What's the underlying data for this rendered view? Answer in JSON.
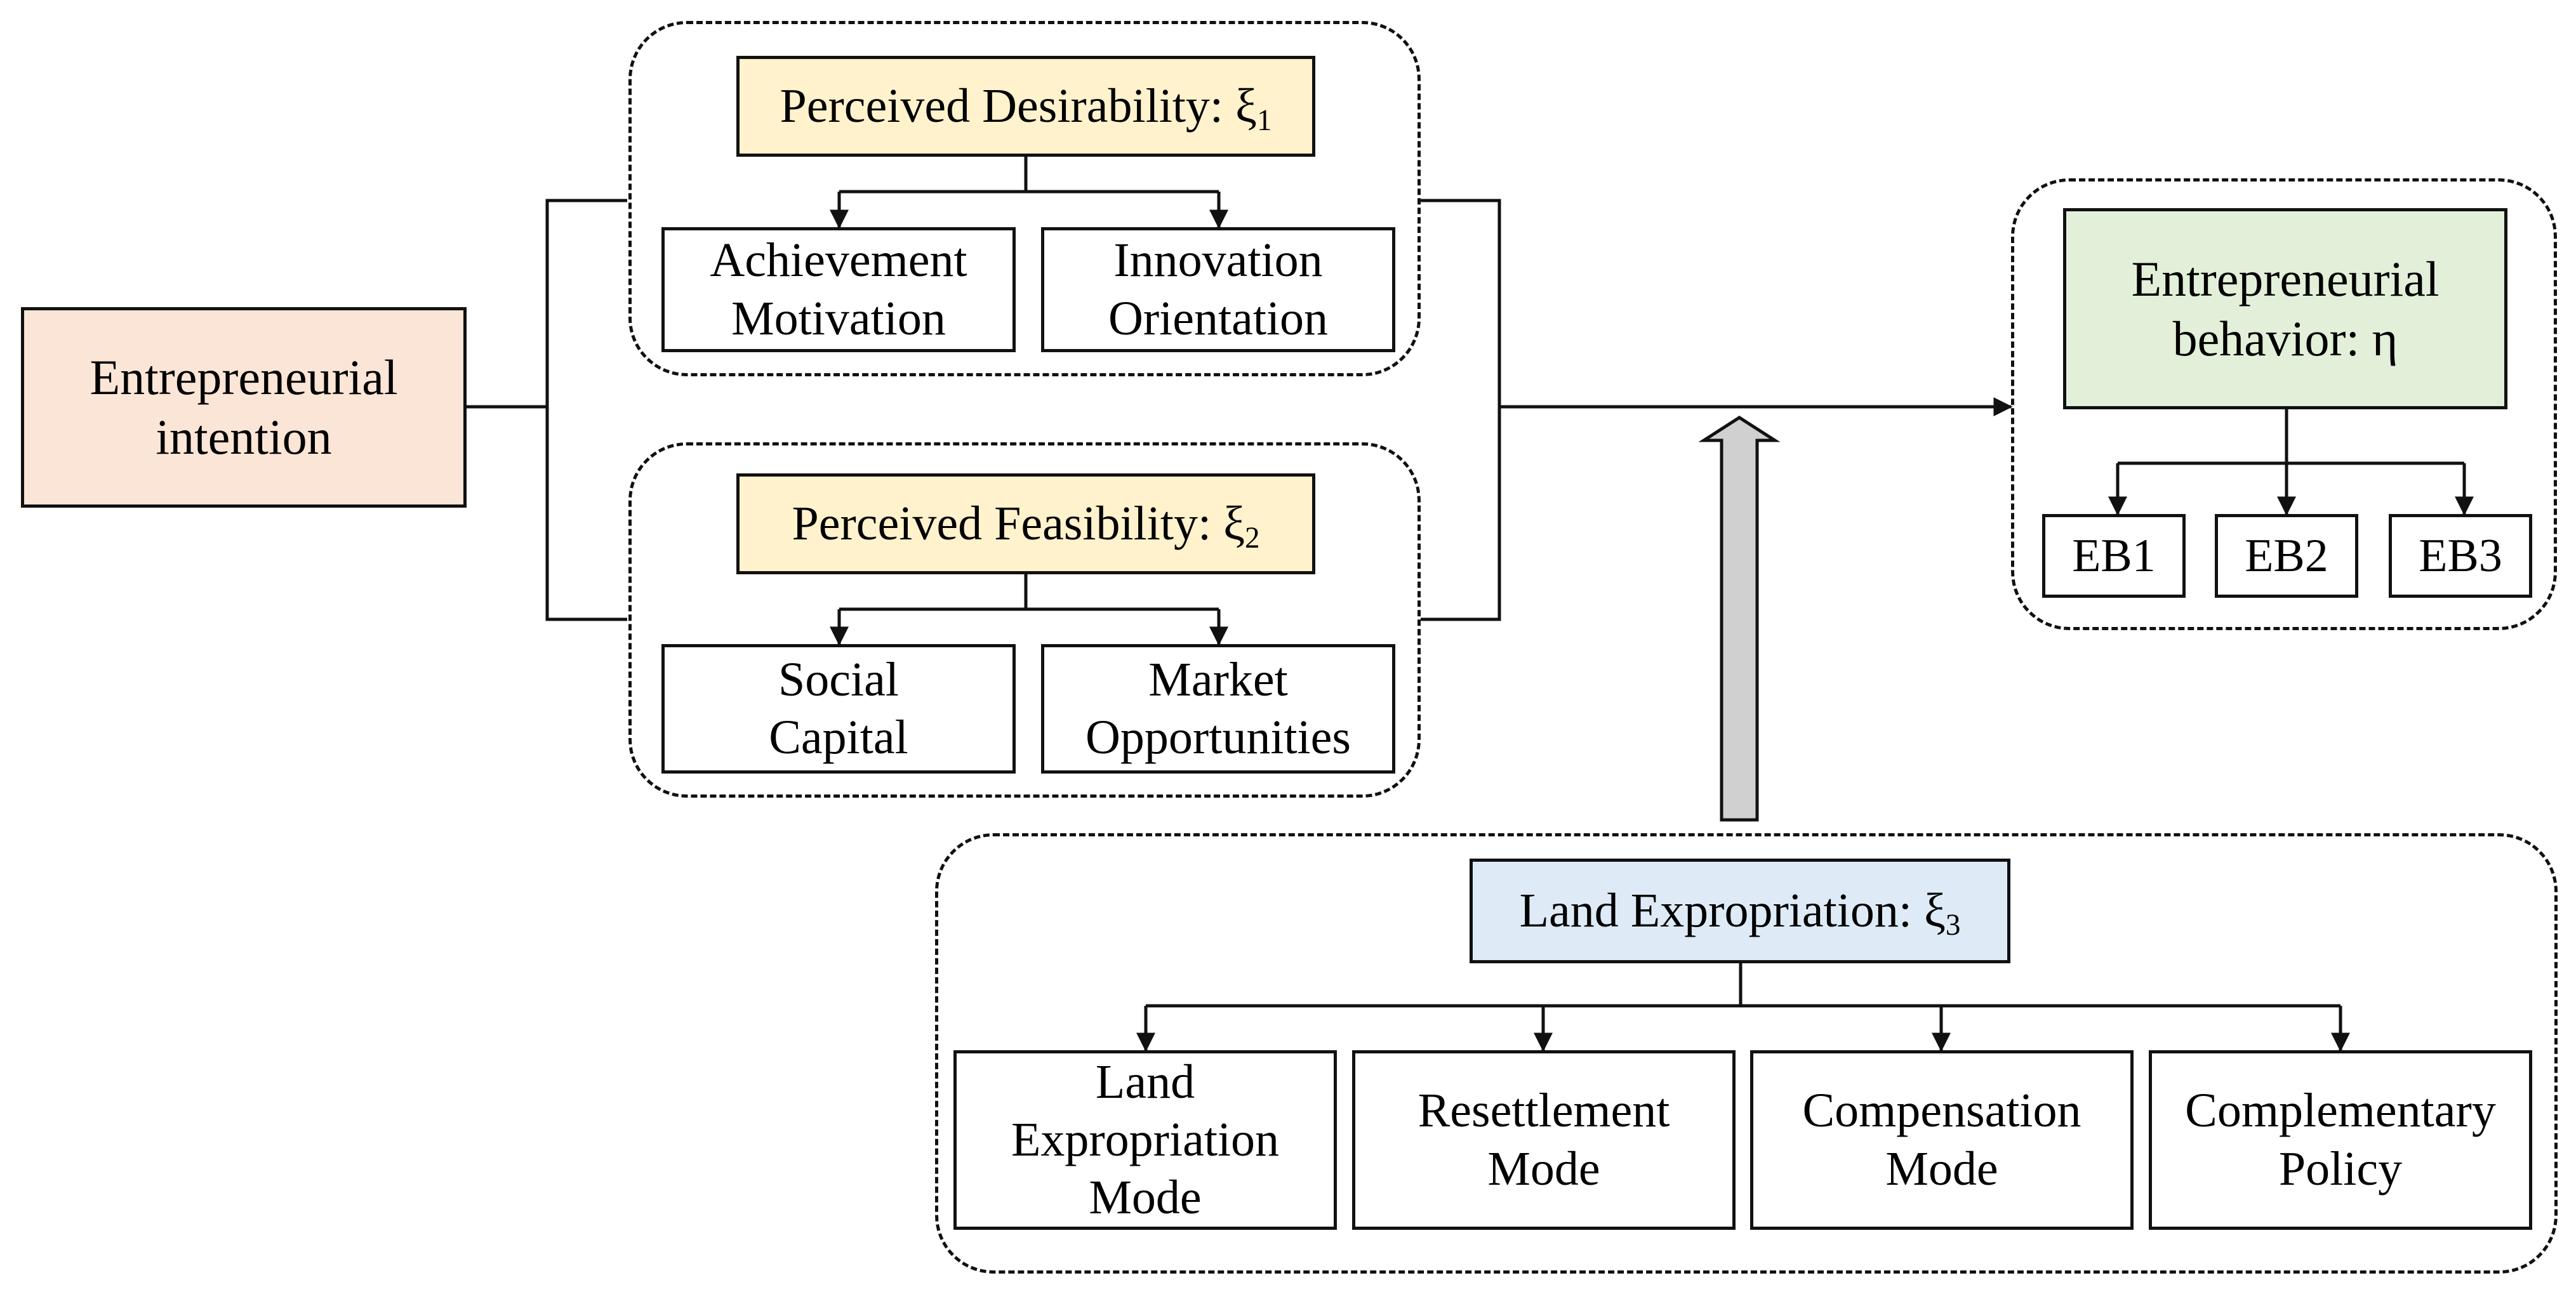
{
  "colors": {
    "intention_fill": "#FBE5D6",
    "perceived_fill": "#FFF2CC",
    "land_fill": "#DEEBF7",
    "behavior_fill": "#E2F0D9",
    "line": "#111111",
    "big_arrow_fill": "#D0D0D0"
  },
  "intention": {
    "label": "Entrepreneurial\nintention"
  },
  "desirability": {
    "label": "Perceived Desirability: ξ",
    "subscript": "1",
    "items": [
      {
        "label": "Achievement\nMotivation"
      },
      {
        "label": "Innovation\nOrientation"
      }
    ]
  },
  "feasibility": {
    "label": "Perceived Feasibility: ξ",
    "subscript": "2",
    "items": [
      {
        "label": "Social\nCapital"
      },
      {
        "label": "Market\nOpportunities"
      }
    ]
  },
  "land": {
    "label": "Land Expropriation: ξ",
    "subscript": "3",
    "items": [
      {
        "label": "Land\nExpropriation\nMode"
      },
      {
        "label": "Resettlement\nMode"
      },
      {
        "label": "Compensation\nMode"
      },
      {
        "label": "Complementary\nPolicy"
      }
    ]
  },
  "behavior": {
    "label": "Entrepreneurial\nbehavior: η",
    "items": [
      {
        "label": "EB1"
      },
      {
        "label": "EB2"
      },
      {
        "label": "EB3"
      }
    ]
  }
}
